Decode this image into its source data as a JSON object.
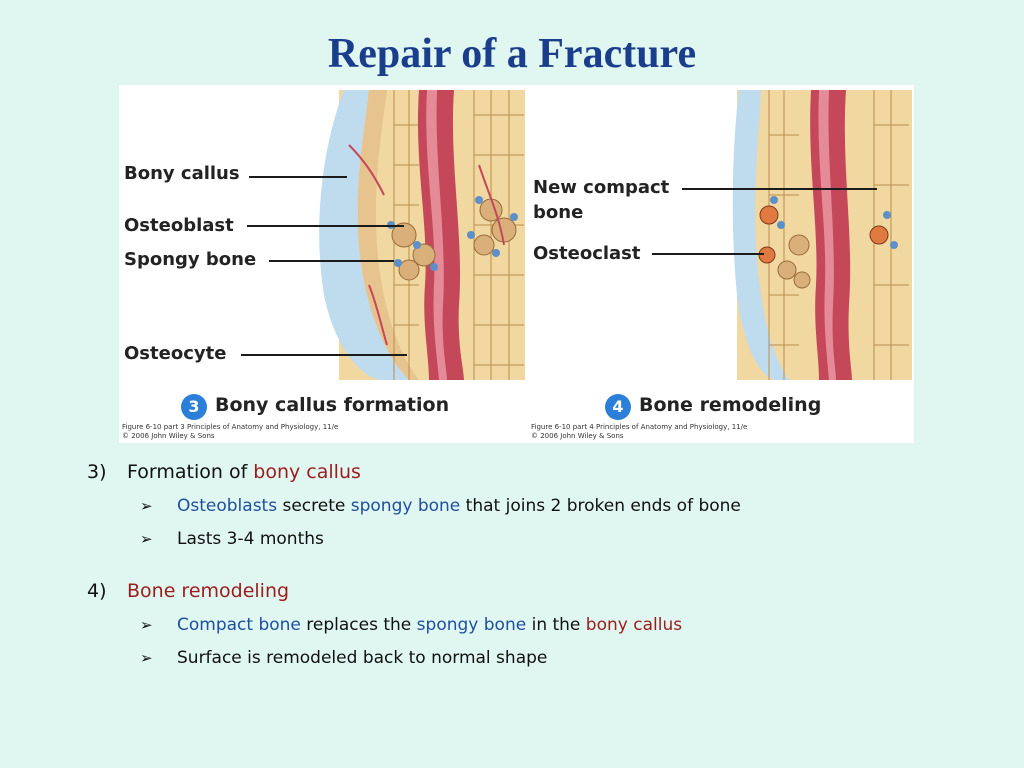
{
  "slide": {
    "title": "Repair of a Fracture"
  },
  "figure": {
    "left_labels": [
      "Bony callus",
      "Osteoblast",
      "Spongy bone",
      "Osteocyte"
    ],
    "right_labels": [
      "New compact",
      "bone",
      "Osteoclast"
    ],
    "panel3": {
      "badge": "3",
      "caption": "Bony callus formation",
      "credit_line1": "Figure 6-10 part 3  Principles of Anatomy and Physiology, 11/e",
      "credit_line2": "© 2006 John Wiley & Sons"
    },
    "panel4": {
      "badge": "4",
      "caption": "Bone remodeling",
      "credit_line1": "Figure 6-10 part 4  Principles of Anatomy and Physiology, 11/e",
      "credit_line2": "© 2006 John Wiley & Sons"
    }
  },
  "points": {
    "p3": {
      "number": "3)",
      "lead": "Formation of ",
      "highlight": "bony callus",
      "bullet1": {
        "a": "Osteoblasts",
        "b": " secrete ",
        "c": "spongy bone",
        "d": " that joins 2 broken ends of bone"
      },
      "bullet2": "Lasts 3-4 months"
    },
    "p4": {
      "number": "4)",
      "highlight": "Bone remodeling",
      "bullet1": {
        "a": "Compact bone",
        "b": " replaces the ",
        "c": "spongy bone",
        "d": " in the ",
        "e": "bony callus"
      },
      "bullet2": "Surface is remodeled back to normal shape"
    },
    "bullet_glyph": "➢"
  },
  "colors": {
    "background": "#e0f6f0",
    "title": "#1a3e8c",
    "red": "#9c1c1c",
    "blue": "#1f4fa0",
    "badge": "#2b7fd8"
  }
}
